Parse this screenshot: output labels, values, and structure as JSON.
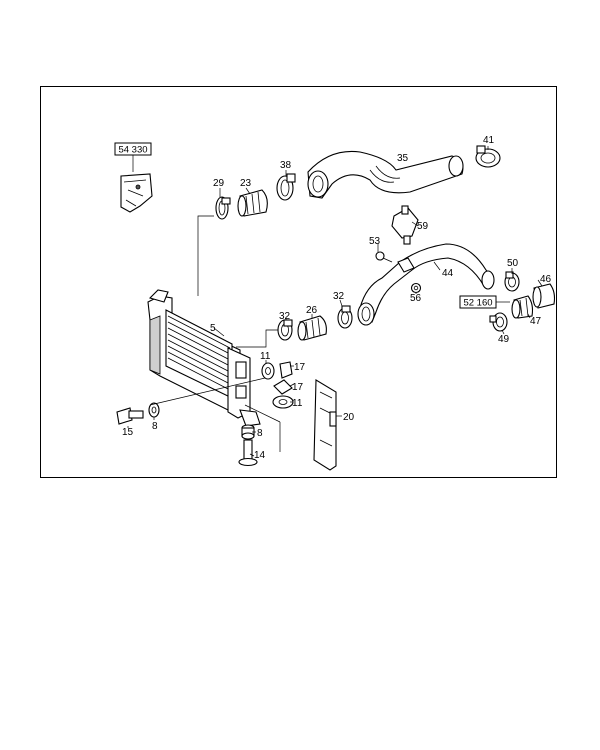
{
  "labels": {
    "p5": "5",
    "p8a": "8",
    "p8b": "8",
    "p11a": "11",
    "p11b": "11",
    "p14": "14",
    "p15": "15",
    "p17a": "17",
    "p17b": "17",
    "p20": "20",
    "p23": "23",
    "p26": "26",
    "p29": "29",
    "p32a": "32",
    "p32b": "32",
    "p35": "35",
    "p38": "38",
    "p41": "41",
    "p44": "44",
    "p46": "46",
    "p47": "47",
    "p49": "49",
    "p50": "50",
    "p53": "53",
    "p56": "56",
    "p59": "59"
  },
  "refs": {
    "ref_54330": "54 330",
    "ref_52160": "52 160"
  }
}
